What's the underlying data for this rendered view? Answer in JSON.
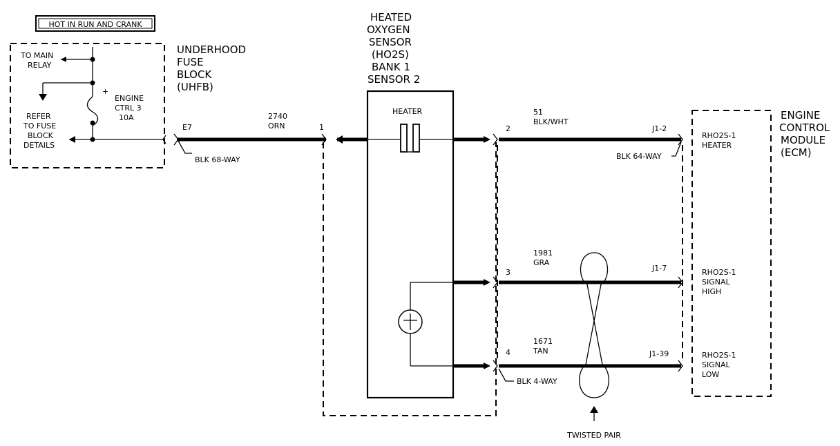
{
  "header_box": "HOT IN RUN AND CRANK",
  "fuse_block": {
    "title": [
      "UNDERHOOD",
      "FUSE",
      "BLOCK",
      "(UHFB)"
    ],
    "to_main_relay": [
      "TO MAIN",
      "RELAY"
    ],
    "refer": [
      "REFER",
      "TO FUSE",
      "BLOCK",
      "DETAILS"
    ],
    "fuse_label": [
      "ENGINE",
      "CTRL 3",
      "10A"
    ],
    "plus": "+",
    "terminal": "E7",
    "connector": "BLK 68-WAY"
  },
  "sensor": {
    "title": [
      "HEATED",
      "OXYGEN",
      "SENSOR",
      "(HO2S)",
      "BANK 1",
      "SENSOR 2"
    ],
    "heater_label": "HEATER",
    "pin_in": "1",
    "connector": "BLK 4-WAY"
  },
  "wires": [
    {
      "circuit": "2740",
      "color": "ORN"
    },
    {
      "circuit": "51",
      "color": "BLK/WHT",
      "pin": "2",
      "ecm_pin": "J1-2",
      "ecm_label": [
        "RHO2S-1",
        "HEATER"
      ]
    },
    {
      "circuit": "1981",
      "color": "GRA",
      "pin": "3",
      "ecm_pin": "J1-7",
      "ecm_label": [
        "RHO2S-1",
        "SIGNAL",
        "HIGH"
      ]
    },
    {
      "circuit": "1671",
      "color": "TAN",
      "pin": "4",
      "ecm_pin": "J1-39",
      "ecm_label": [
        "RHO2S-1",
        "SIGNAL",
        "LOW"
      ]
    }
  ],
  "ecm": {
    "title": [
      "ENGINE",
      "CONTROL",
      "MODULE",
      "(ECM)"
    ],
    "connector": "BLK 64-WAY"
  },
  "twisted_pair": "TWISTED PAIR"
}
